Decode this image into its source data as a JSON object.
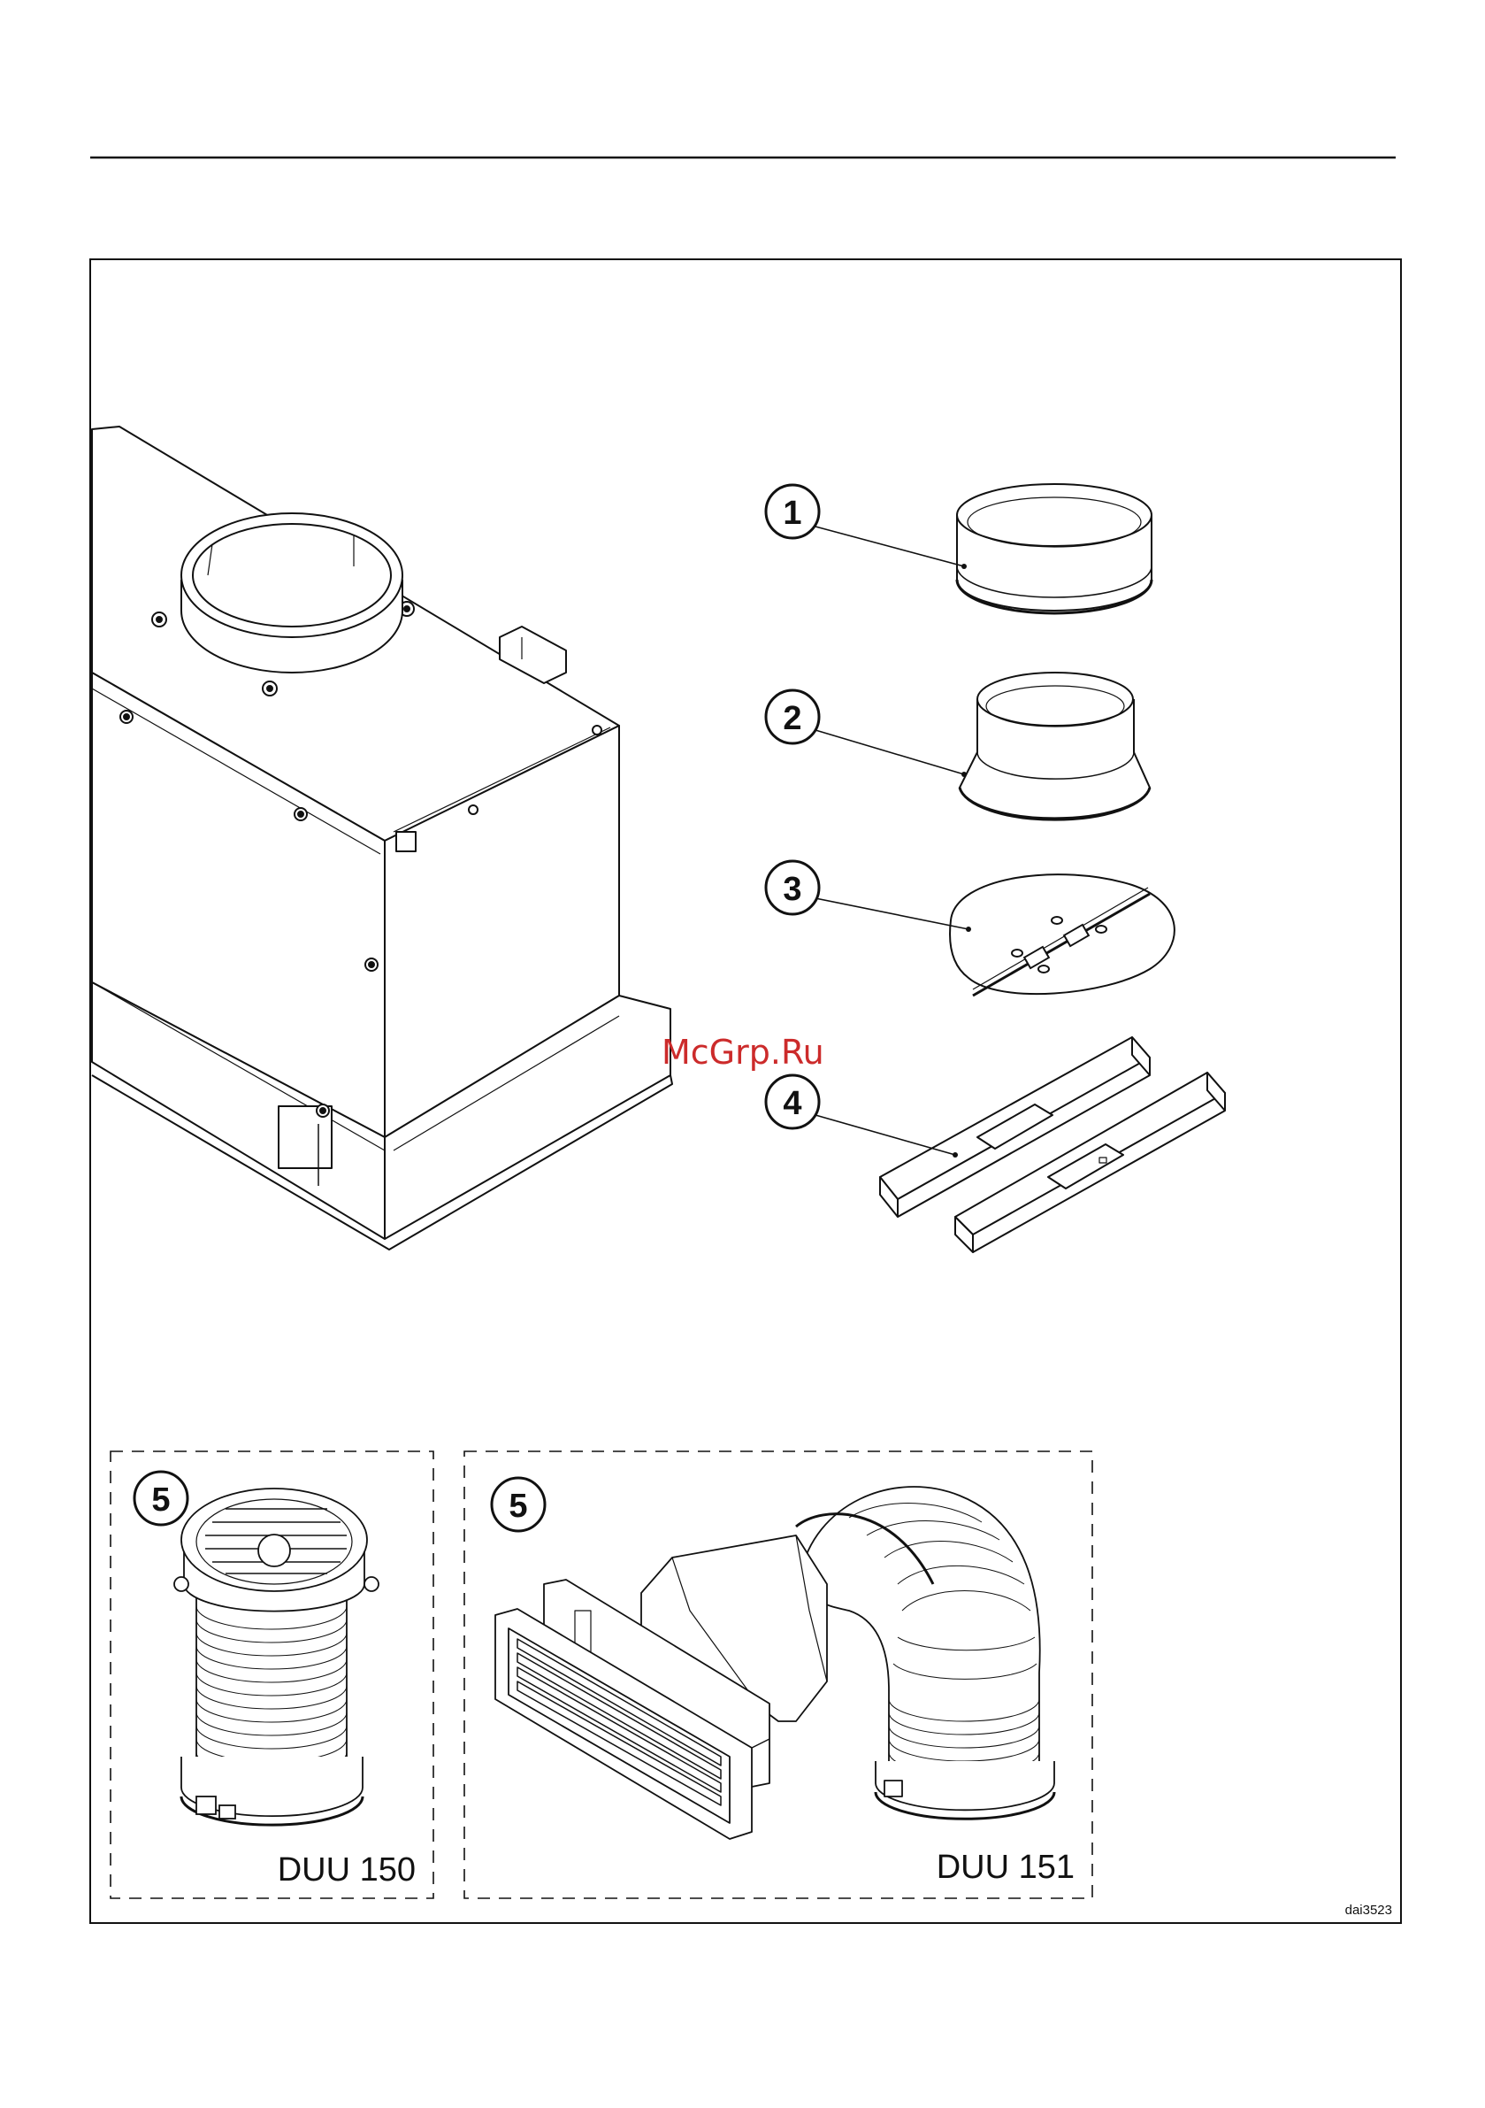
{
  "watermark": "McGrp.Ru",
  "figure_code": "dai3523",
  "callouts": [
    {
      "number": "1",
      "part": "round-collar-adapter"
    },
    {
      "number": "2",
      "part": "conical-collar-adapter"
    },
    {
      "number": "3",
      "part": "non-return-flap"
    },
    {
      "number": "4",
      "part": "mounting-brackets"
    },
    {
      "number": "5",
      "part": "duct-kit-round-outlet"
    },
    {
      "number": "5",
      "part": "duct-kit-wall-grille"
    }
  ],
  "kits": [
    {
      "name": "DUU 150"
    },
    {
      "name": "DUU 151"
    }
  ],
  "colors": {
    "line": "#111111",
    "watermark": "#cc2b2b",
    "background": "#ffffff"
  }
}
